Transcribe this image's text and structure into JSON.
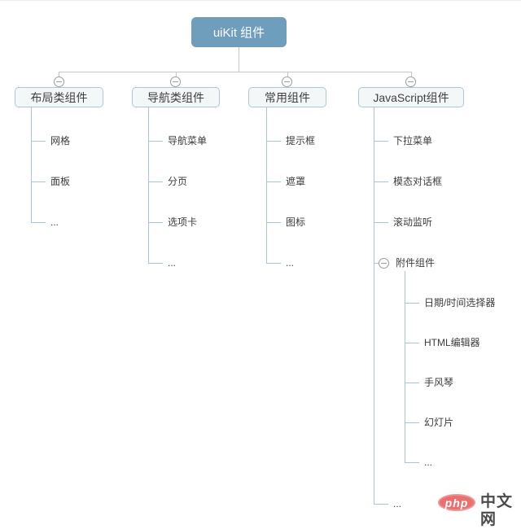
{
  "root": {
    "label": "uiKit 组件"
  },
  "branches": [
    {
      "label": "布局类组件",
      "leaves": [
        "网格",
        "面板",
        "..."
      ]
    },
    {
      "label": "导航类组件",
      "leaves": [
        "导航菜单",
        "分页",
        "选项卡",
        "..."
      ]
    },
    {
      "label": "常用组件",
      "leaves": [
        "提示框",
        "遮罩",
        "图标",
        "..."
      ]
    },
    {
      "label": "JavaScript组件",
      "leaves": [
        "下拉菜单",
        "模态对话框",
        "滚动监听",
        {
          "label": "附件组件",
          "children": [
            "日期/时间选择器",
            "HTML编辑器",
            "手风琴",
            "幻灯片",
            "..."
          ]
        },
        "..."
      ]
    }
  ],
  "icons": {
    "collapse": "minus-circle"
  },
  "watermark": {
    "logo": "php",
    "text": "中文网"
  },
  "colors": {
    "bg": "#ffffff",
    "root_fill": "#6f9dbc",
    "root_text": "#ffffff",
    "box_fill": "#f4f7f8",
    "box_border": "#abc8d8",
    "box_text": "#3f3f3f",
    "line_blue": "#a9c5d6",
    "line_gray": "#c6c6c6",
    "circle_border": "#979da2",
    "leaf_text": "#3c3c3c",
    "watermark_red": "#ec6f6f",
    "watermark_text": "#4a4a4a"
  }
}
